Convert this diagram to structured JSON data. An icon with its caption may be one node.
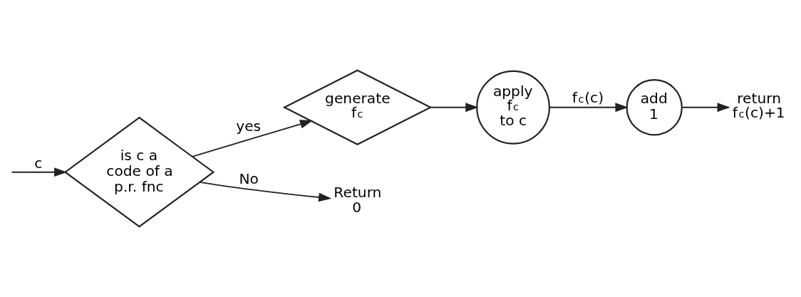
{
  "diagram": {
    "nodes": [
      {
        "text": [
          "is c a code of a p.r. fnc"
        ]
      },
      {
        "text": [
          "generate f$_{c}$"
        ]
      },
      {
        "text": [
          "apply f$_{c}$ to c"
        ]
      },
      {
        "text": [
          "add 1"
        ]
      },
      {
        "text": [
          "return f$_{c}$(c)+1"
        ]
      },
      {
        "text": [
          "Return 0"
        ]
      }
    ],
    "edges": [
      {
        "from": null,
        "to": 0,
        "arrow": "to",
        "label": "c"
      },
      {
        "from": 0,
        "to": 1,
        "arrow": "to",
        "label": "yes"
      },
      {
        "from": 1,
        "to": 2,
        "arrow": "to"
      },
      {
        "from": 2,
        "to": 3,
        "arrow": "to",
        "label": "f$_{c}$(c)"
      },
      {
        "from": 3,
        "to": 4,
        "arrow": "to"
      },
      {
        "from": 0,
        "to": 5,
        "arrow": "to",
        "label": "No"
      }
    ]
  }
}
